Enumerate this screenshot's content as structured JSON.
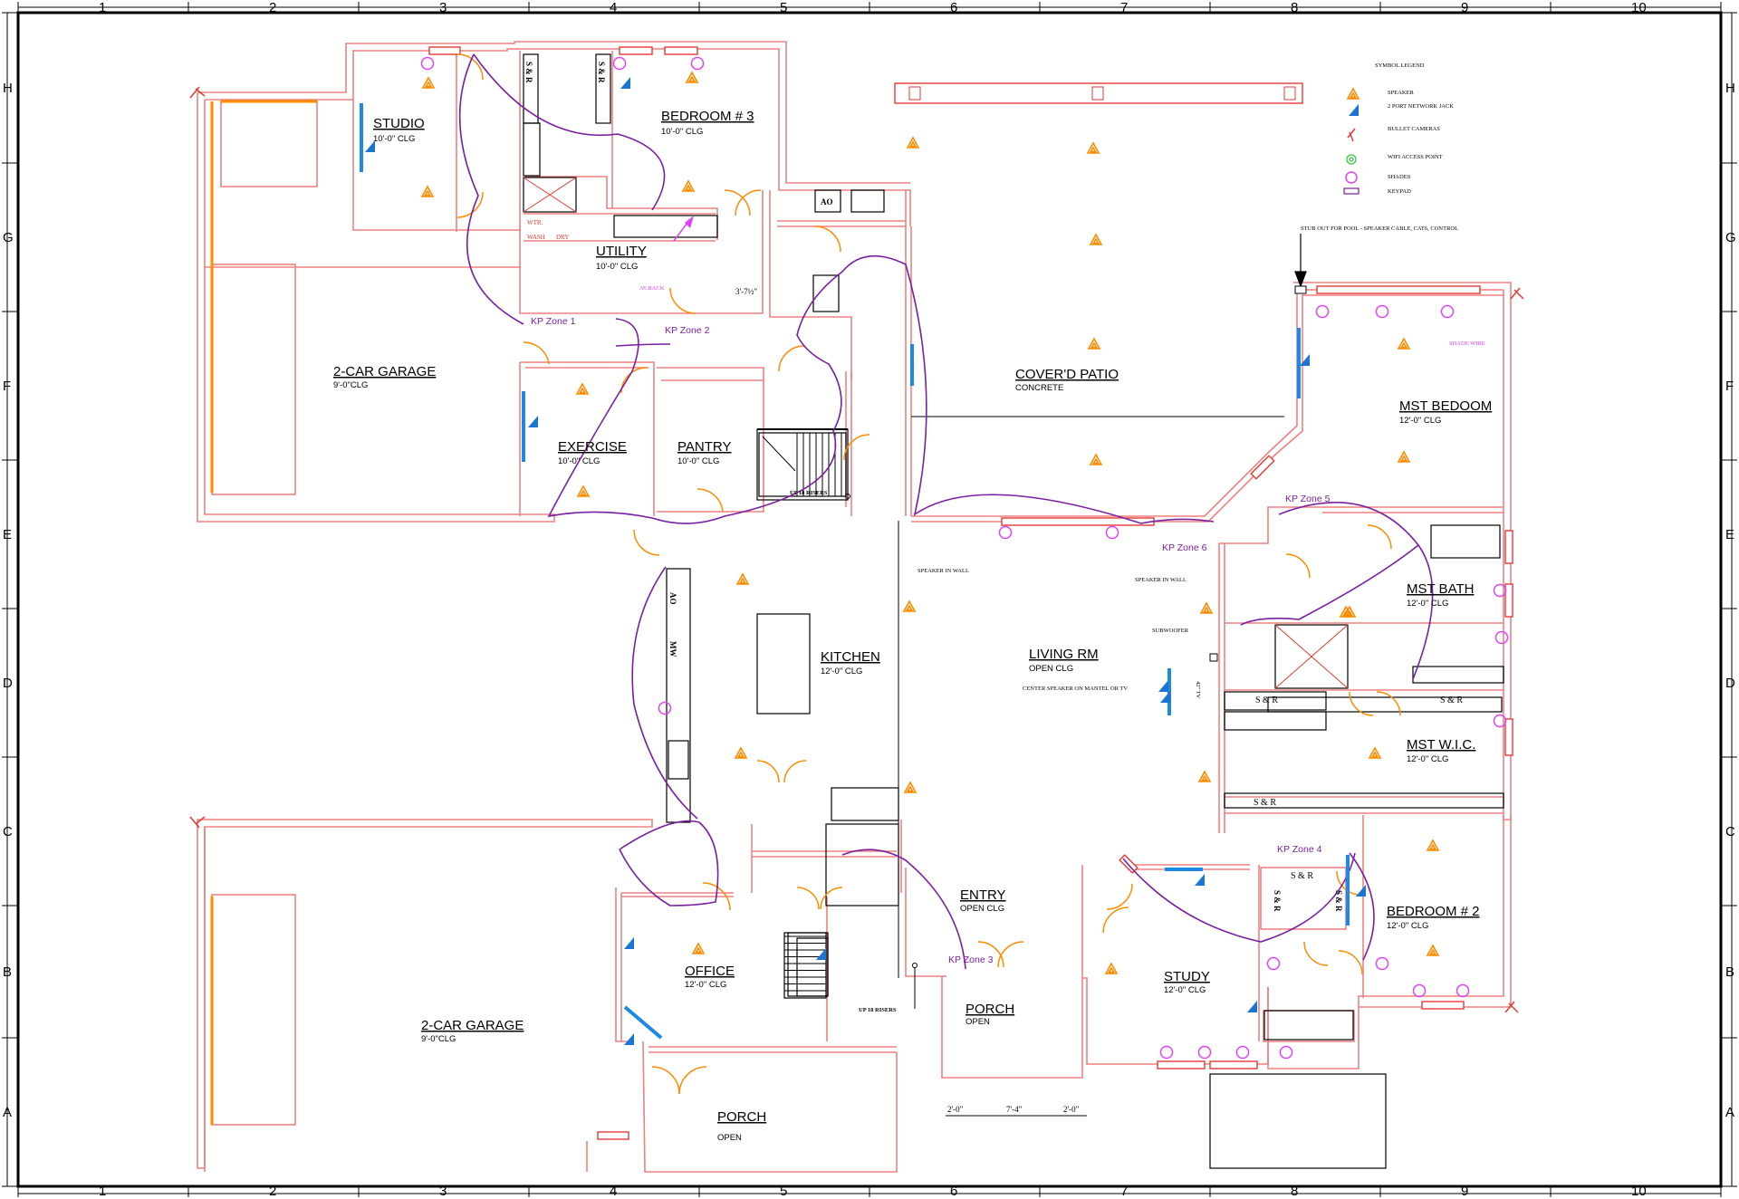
{
  "grid": {
    "columns": [
      "1",
      "2",
      "3",
      "4",
      "5",
      "6",
      "7",
      "8",
      "9",
      "10"
    ],
    "rows": [
      "H",
      "G",
      "F",
      "E",
      "D",
      "C",
      "B",
      "A"
    ]
  },
  "legend": {
    "title": "SYMBOL LEGEND",
    "items": [
      {
        "icon": "speaker-icon",
        "label": "SPEAKER"
      },
      {
        "icon": "network-jack-icon",
        "label": "2 PORT NETWORK JACK"
      },
      {
        "icon": "bullet-camera-icon",
        "label": "BULLET CAMERAS"
      },
      {
        "icon": "wifi-access-point-icon",
        "label": "WIFI ACCESS POINT"
      },
      {
        "icon": "shades-icon",
        "label": "SHADES"
      },
      {
        "icon": "keypad-icon",
        "label": "KEYPAD"
      }
    ]
  },
  "rooms": {
    "studio": {
      "name": "STUDIO",
      "clg": "10'-0\" CLG"
    },
    "bedroom3": {
      "name": "BEDROOM # 3",
      "clg": "10'-0\" CLG"
    },
    "utility": {
      "name": "UTILITY",
      "clg": "10'-0\" CLG"
    },
    "garage_top": {
      "name": "2-CAR GARAGE",
      "clg": "9'-0\"CLG"
    },
    "exercise": {
      "name": "EXERCISE",
      "clg": "10'-0\" CLG"
    },
    "pantry": {
      "name": "PANTRY",
      "clg": "10'-0\" CLG"
    },
    "patio": {
      "name": "COVER'D PATIO",
      "clg": "CONCRETE"
    },
    "mst_bedroom": {
      "name": "MST BEDOOM",
      "clg": "12'-0\" CLG"
    },
    "kitchen": {
      "name": "KITCHEN",
      "clg": "12'-0\" CLG"
    },
    "living": {
      "name": "LIVING RM",
      "clg": "OPEN CLG"
    },
    "mst_bath": {
      "name": "MST BATH",
      "clg": "12'-0\" CLG"
    },
    "mst_wic": {
      "name": "MST W.I.C.",
      "clg": "12'-0\" CLG"
    },
    "entry": {
      "name": "ENTRY",
      "clg": "OPEN CLG"
    },
    "office": {
      "name": "OFFICE",
      "clg": "12'-0\" CLG"
    },
    "study": {
      "name": "STUDY",
      "clg": "12'-0\" CLG"
    },
    "bedroom2": {
      "name": "BEDROOM # 2",
      "clg": "12'-0\" CLG"
    },
    "garage_bottom": {
      "name": "2-CAR GARAGE",
      "clg": "9'-0\"CLG"
    },
    "porch_center": {
      "name": "PORCH",
      "clg": "OPEN"
    },
    "porch_bottom": {
      "name": "PORCH",
      "clg": "OPEN"
    }
  },
  "keypad_zones": [
    "KP Zone 1",
    "KP Zone 2",
    "KP Zone 3",
    "KP Zone 4",
    "KP Zone 5",
    "KP Zone 6"
  ],
  "notes": {
    "stub_out": "STUB OUT FOR POOL - SPEAKER CABLE, CAT6, CONTROL",
    "shade_wire": "SHADE WIRE",
    "av_rack": "AV.RACK",
    "speaker_in_wall_1": "SPEAKER IN WALL",
    "speaker_in_wall_2": "SPEAKER IN WALL",
    "subwoofer": "SUBWOOFER",
    "center_speaker": "CENTER SPEAKER ON MANTEL OR TV",
    "tv_size": "42\" TV",
    "stair_top": "UP 18 RISERS",
    "stair_bottom": "UP 18 RISERS",
    "dim_utility": "3'-7½\"",
    "dim_left": "2'-0\"",
    "dim_mid": "7'-4\"",
    "dim_right": "2'-0\""
  },
  "fixtures": {
    "sr": "S & R",
    "ao": "AO",
    "mw": "MW",
    "wtr": "WTR.",
    "wash": "WASH",
    "dry": "DRY"
  },
  "colors": {
    "walls": "#f08080",
    "speakers": "#ff8c00",
    "network_jacks": "#1976d2",
    "wifi": "#3bc43b",
    "shades": "#e040fb",
    "keypad_wiring": "#7b1fa2",
    "frame": "#000000"
  }
}
